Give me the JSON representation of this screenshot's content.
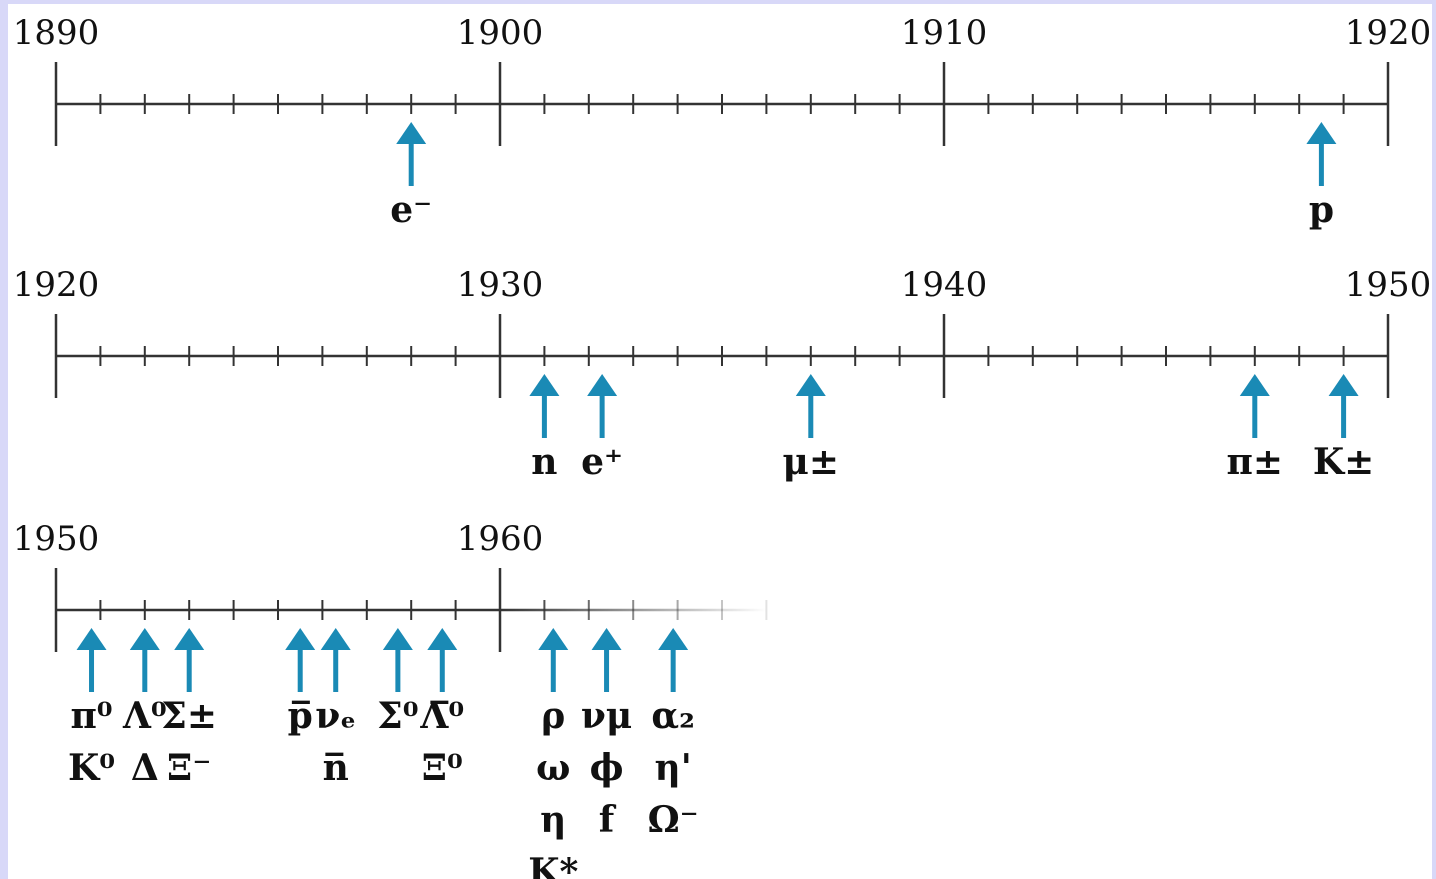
{
  "colors": {
    "arrow": "#1a8ab5",
    "axis": "#333333",
    "text": "#111111",
    "frame": "#d8d8f8"
  },
  "timelines": [
    {
      "start": 1890,
      "end": 1920,
      "year_labels": [
        "1890",
        "1900",
        "1910",
        "1920"
      ],
      "discoveries": [
        {
          "year": 1898.0,
          "labels": [
            "e⁻"
          ]
        },
        {
          "year": 1918.5,
          "labels": [
            "p"
          ]
        }
      ]
    },
    {
      "start": 1920,
      "end": 1950,
      "year_labels": [
        "1920",
        "1930",
        "1940",
        "1950"
      ],
      "discoveries": [
        {
          "year": 1931.0,
          "labels": [
            "n"
          ]
        },
        {
          "year": 1932.3,
          "labels": [
            "e⁺"
          ]
        },
        {
          "year": 1937.0,
          "labels": [
            "μ±"
          ]
        },
        {
          "year": 1947.0,
          "labels": [
            "π±"
          ]
        },
        {
          "year": 1949.0,
          "labels": [
            "K±"
          ]
        }
      ]
    },
    {
      "start": 1950,
      "end": 1960,
      "fade_end": 1966,
      "year_labels": [
        "1950",
        "1960"
      ],
      "discoveries": [
        {
          "year": 1950.8,
          "labels": [
            "π⁰",
            "K⁰"
          ]
        },
        {
          "year": 1952.0,
          "labels": [
            "Λ⁰",
            "Δ"
          ]
        },
        {
          "year": 1953.0,
          "labels": [
            "Σ±",
            "Ξ⁻"
          ]
        },
        {
          "year": 1955.5,
          "labels": [
            "p̅"
          ]
        },
        {
          "year": 1956.3,
          "labels": [
            "νₑ",
            "n̅"
          ]
        },
        {
          "year": 1957.7,
          "labels": [
            "Σ⁰"
          ]
        },
        {
          "year": 1958.7,
          "labels": [
            "Λ̅⁰",
            "Ξ⁰"
          ]
        },
        {
          "year": 1961.2,
          "labels": [
            "ρ",
            "ω",
            "η",
            "K*"
          ]
        },
        {
          "year": 1962.4,
          "labels": [
            "νμ",
            "ϕ",
            "f"
          ]
        },
        {
          "year": 1963.9,
          "labels": [
            "α₂",
            "η'",
            "Ω⁻"
          ]
        }
      ]
    }
  ]
}
